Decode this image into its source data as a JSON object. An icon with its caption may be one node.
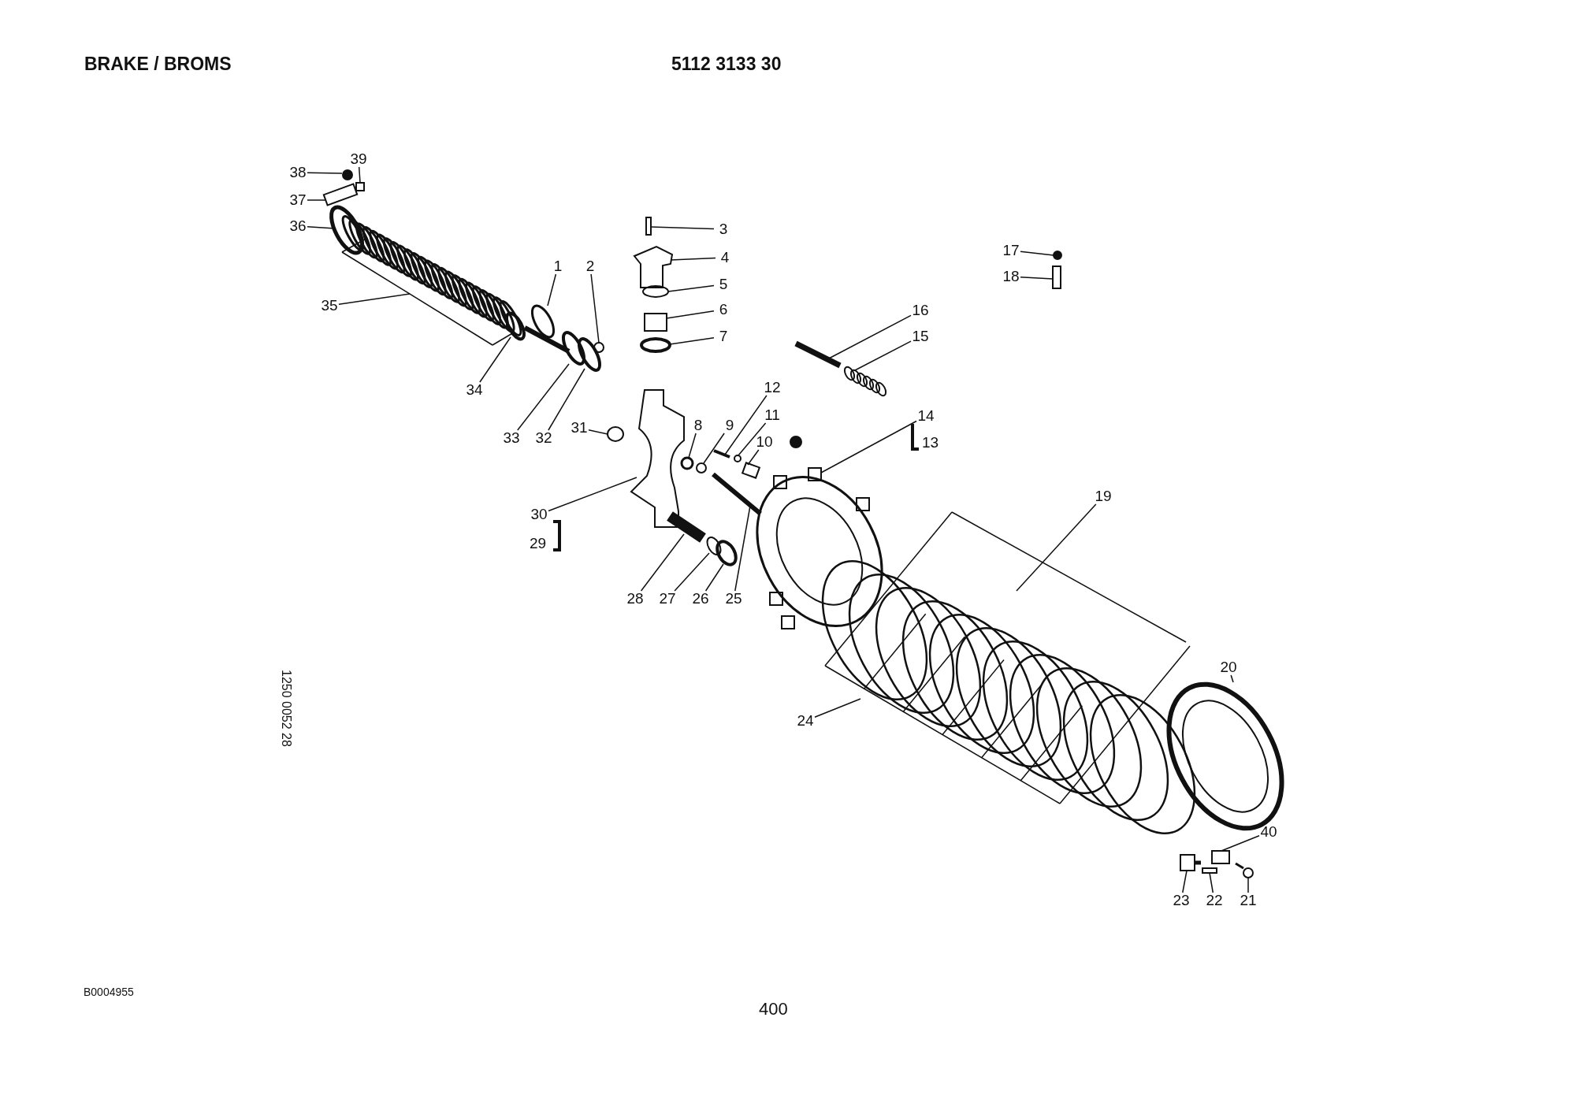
{
  "diagram": {
    "title": "BRAKE / BROMS",
    "nodes": [
      {
        "text": [
          "1"
        ]
      },
      {
        "text": [
          "2"
        ]
      },
      {
        "text": [
          "3"
        ]
      },
      {
        "text": [
          "4"
        ]
      },
      {
        "text": [
          "5"
        ]
      },
      {
        "text": [
          "6"
        ]
      },
      {
        "text": [
          "7"
        ]
      },
      {
        "text": [
          "8"
        ]
      },
      {
        "text": [
          "9"
        ]
      },
      {
        "text": [
          "10"
        ]
      },
      {
        "text": [
          "11"
        ]
      },
      {
        "text": [
          "12"
        ]
      },
      {
        "text": [
          "14"
        ]
      },
      {
        "text": [
          "15"
        ]
      },
      {
        "text": [
          "16"
        ]
      },
      {
        "text": [
          "17"
        ]
      },
      {
        "text": [
          "18"
        ]
      },
      {
        "text": [
          "19"
        ]
      },
      {
        "text": [
          "20"
        ]
      },
      {
        "text": [
          "21"
        ]
      },
      {
        "text": [
          "22"
        ]
      },
      {
        "text": [
          "23"
        ]
      },
      {
        "text": [
          "24"
        ]
      },
      {
        "text": [
          "25"
        ]
      },
      {
        "text": [
          "26"
        ]
      },
      {
        "text": [
          "27"
        ]
      },
      {
        "text": [
          "28"
        ]
      },
      {
        "text": [
          "30"
        ]
      },
      {
        "text": [
          "31"
        ]
      },
      {
        "text": [
          "32"
        ]
      },
      {
        "text": [
          "33"
        ]
      },
      {
        "text": [
          "34"
        ]
      },
      {
        "text": [
          "35"
        ]
      },
      {
        "text": [
          "36"
        ]
      },
      {
        "text": [
          "37"
        ]
      },
      {
        "text": [
          "38"
        ]
      },
      {
        "text": [
          "39"
        ]
      },
      {
        "text": [
          "40"
        ]
      },
      {
        "text": [],
        "shape": "picture"
      },
      {
        "text": [],
        "shape": "circle"
      },
      {
        "text": [],
        "shape": "box"
      },
      {
        "text": [],
        "shape": "picture"
      },
      {
        "text": [],
        "shape": "circle"
      },
      {
        "text": [],
        "shape": "box"
      },
      {
        "text": [],
        "shape": "circle"
      },
      {
        "text": [],
        "shape": "circle"
      },
      {
        "text": [],
        "shape": "circle"
      },
      {
        "text": [],
        "shape": "box"
      },
      {
        "text": [],
        "shape": "circle"
      },
      {
        "text": [],
        "shape": "picture"
      },
      {
        "text": [],
        "shape": "picture"
      },
      {
        "text": [],
        "shape": "picture"
      },
      {
        "text": [],
        "shape": "picture"
      },
      {
        "text": [],
        "shape": "circle"
      },
      {
        "text": [],
        "shape": "box"
      },
      {
        "text": [],
        "shape": "picture"
      },
      {
        "text": [],
        "shape": "picture"
      },
      {
        "text": [],
        "shape": "picture"
      },
      {
        "text": [],
        "shape": "box"
      },
      {
        "text": [],
        "shape": "picture"
      },
      {
        "text": [],
        "shape": "picture"
      },
      {
        "text": [],
        "shape": "picture"
      },
      {
        "text": [],
        "shape": "circle"
      },
      {
        "text": [],
        "shape": "circle"
      },
      {
        "text": [],
        "shape": "picture"
      },
      {
        "text": [],
        "shape": "picture"
      },
      {
        "text": [],
        "shape": "circle"
      },
      {
        "text": [],
        "shape": "circle"
      },
      {
        "text": [],
        "shape": "circle"
      },
      {
        "text": [],
        "shape": "circle"
      },
      {
        "text": [],
        "shape": "picture"
      },
      {
        "text": [],
        "shape": "picture"
      },
      {
        "text": [],
        "shape": "box"
      },
      {
        "text": [],
        "shape": "circle"
      },
      {
        "text": [],
        "shape": "box"
      },
      {
        "text": [],
        "shape": "box"
      }
    ],
    "edges": [
      {
        "from": 0,
        "to": 38,
        "arrow": "none"
      },
      {
        "from": 1,
        "to": 39,
        "arrow": "none"
      },
      {
        "from": 2,
        "to": 40,
        "arrow": "none"
      },
      {
        "from": 3,
        "to": 41,
        "arrow": "none"
      },
      {
        "from": 4,
        "to": 42,
        "arrow": "none"
      },
      {
        "from": 5,
        "to": 43,
        "arrow": "none"
      },
      {
        "from": 6,
        "to": 44,
        "arrow": "none"
      },
      {
        "from": 7,
        "to": 45,
        "arrow": "none"
      },
      {
        "from": 8,
        "to": 46,
        "arrow": "none"
      },
      {
        "from": 9,
        "to": 47,
        "arrow": "none"
      },
      {
        "from": 10,
        "to": 48,
        "arrow": "none"
      },
      {
        "from": 11,
        "to": 49,
        "arrow": "none"
      },
      {
        "from": 12,
        "to": 50,
        "arrow": "none"
      },
      {
        "from": 13,
        "to": 51,
        "arrow": "none"
      },
      {
        "from": 14,
        "to": 52,
        "arrow": "none"
      },
      {
        "from": 15,
        "to": 53,
        "arrow": "none"
      },
      {
        "from": 16,
        "to": 54,
        "arrow": "none"
      },
      {
        "from": 17,
        "to": 55,
        "arrow": "none"
      },
      {
        "from": 18,
        "to": 56,
        "arrow": "none"
      },
      {
        "from": 19,
        "to": 57,
        "arrow": "none"
      },
      {
        "from": 20,
        "to": 58,
        "arrow": "none"
      },
      {
        "from": 21,
        "to": 59,
        "arrow": "none"
      },
      {
        "from": 22,
        "to": 60,
        "arrow": "none"
      },
      {
        "from": 23,
        "to": 61,
        "arrow": "none"
      },
      {
        "from": 24,
        "to": 62,
        "arrow": "none"
      },
      {
        "from": 25,
        "to": 63,
        "arrow": "none"
      },
      {
        "from": 26,
        "to": 64,
        "arrow": "none"
      },
      {
        "from": 27,
        "to": 65,
        "arrow": "none"
      },
      {
        "from": 28,
        "to": 66,
        "arrow": "none"
      },
      {
        "from": 29,
        "to": 67,
        "arrow": "none"
      },
      {
        "from": 30,
        "to": 68,
        "arrow": "none"
      },
      {
        "from": 31,
        "to": 69,
        "arrow": "none"
      },
      {
        "from": 32,
        "to": 70,
        "arrow": "none"
      },
      {
        "from": 33,
        "to": 71,
        "arrow": "none"
      },
      {
        "from": 34,
        "to": 72,
        "arrow": "none"
      },
      {
        "from": 35,
        "to": 73,
        "arrow": "none"
      },
      {
        "from": 36,
        "to": 74,
        "arrow": "none"
      },
      {
        "from": 37,
        "to": 75,
        "arrow": "none"
      }
    ],
    "labels": [
      "5112 3133 30",
      "13",
      "29",
      "1250 0052 28",
      "B0004955",
      "400"
    ]
  }
}
